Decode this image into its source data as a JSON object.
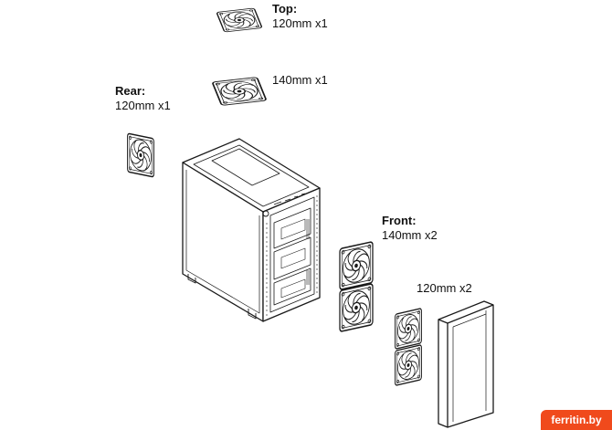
{
  "labels": {
    "top": {
      "title": "Top:",
      "spec": "120mm x1"
    },
    "top2": {
      "spec": "140mm x1"
    },
    "rear": {
      "title": "Rear:",
      "spec": "120mm x1"
    },
    "front": {
      "title": "Front:",
      "spec": "140mm x2"
    },
    "front2": {
      "spec": "120mm x2"
    }
  },
  "watermark": "ferritin.by",
  "colors": {
    "line": "#1a1a1a",
    "accent": "#f04a1c",
    "background": "#ffffff"
  }
}
